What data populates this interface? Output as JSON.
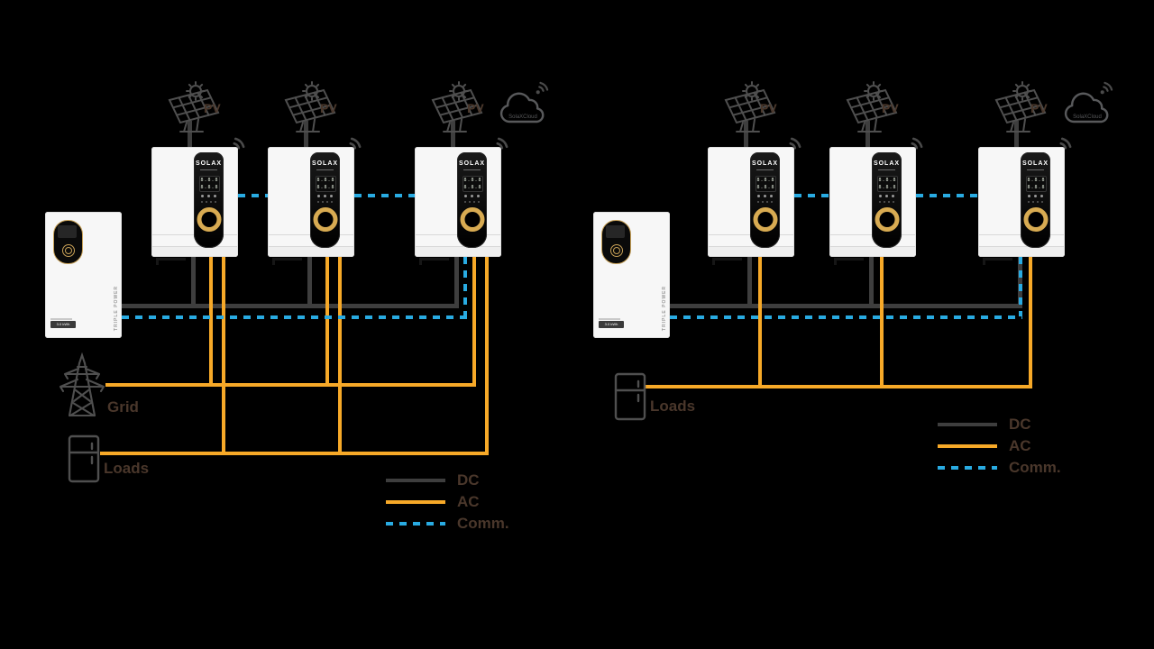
{
  "shared": {
    "pv_label": "PV",
    "cloud_label": "SolaXCloud",
    "inverter": {
      "brand": "SOLAX",
      "lcd_row1": "8.8.8",
      "lcd_row2": "8.8.8"
    },
    "battery": {
      "side_text": "TRIPLE POWER",
      "capacity_label": "3.0 kWh"
    }
  },
  "left_system": {
    "grid_label": "Grid",
    "loads_label": "Loads",
    "legend": {
      "dc": "DC",
      "ac": "AC",
      "comm": "Comm."
    }
  },
  "right_system": {
    "loads_label": "Loads",
    "legend": {
      "dc": "DC",
      "ac": "AC",
      "comm": "Comm."
    }
  },
  "colors": {
    "background": "#000000",
    "dc_line": "#3e3e3e",
    "ac_line": "#f7a928",
    "comm_line": "#29abe2",
    "label_text": "#4a372b",
    "icon_gray": "#4f4f4f",
    "cloud_gray": "#58595b",
    "gold_ring": "#d8ab52",
    "device_body": "#f7f7f7"
  }
}
